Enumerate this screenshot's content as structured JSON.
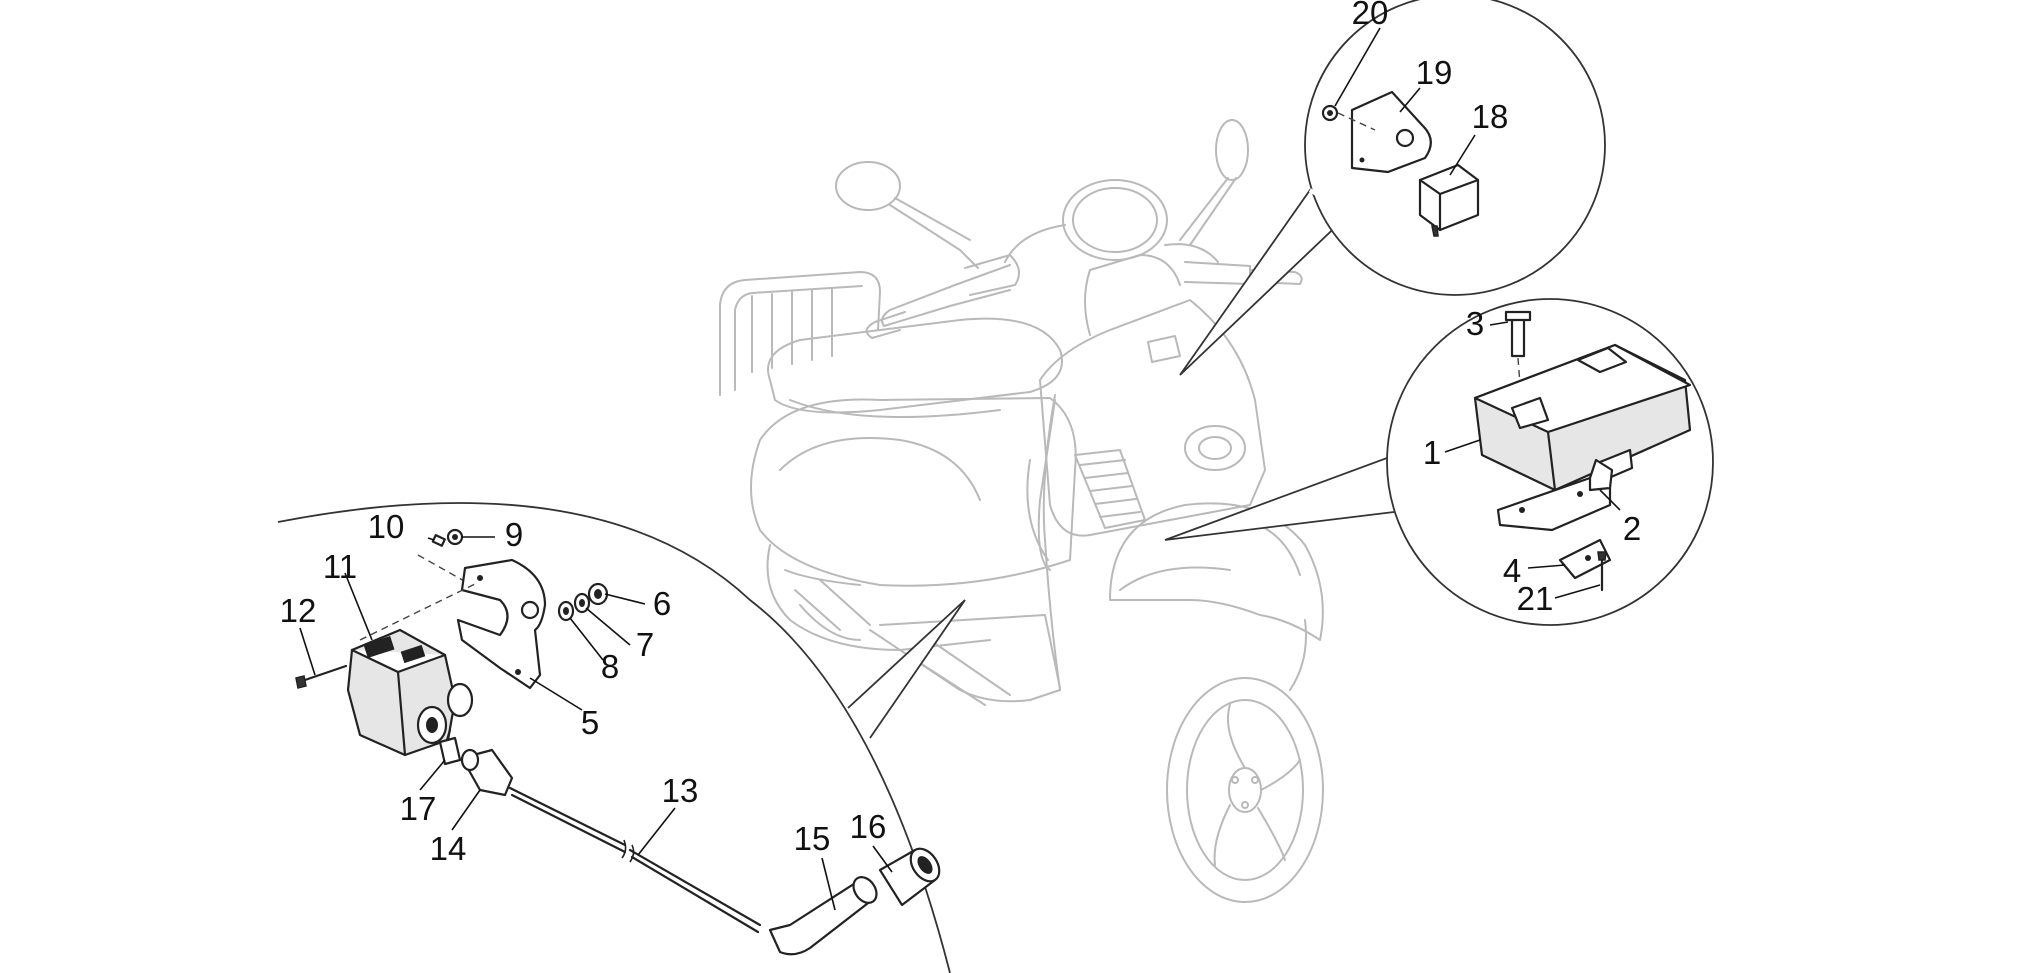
{
  "labels": {
    "p1": "1",
    "p2": "2",
    "p3": "3",
    "p4": "4",
    "p5": "5",
    "p6": "6",
    "p7": "7",
    "p8": "8",
    "p9": "9",
    "p10": "10",
    "p11": "11",
    "p12": "12",
    "p13": "13",
    "p14": "14",
    "p15": "15",
    "p16": "16",
    "p17": "17",
    "p18": "18",
    "p19": "19",
    "p20": "20",
    "p21": "21"
  },
  "colors": {
    "ghost_outline": "#b9b9b9",
    "part_outline": "#222222",
    "label_text": "#111111",
    "background": "#ffffff"
  }
}
